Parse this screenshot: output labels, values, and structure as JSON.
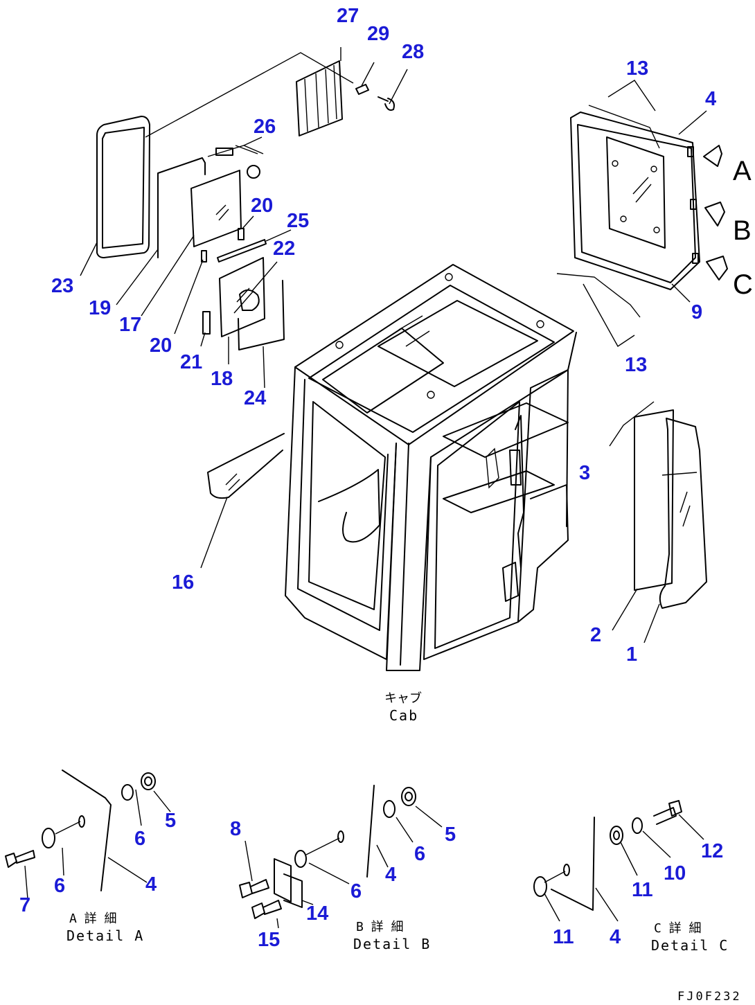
{
  "diagram": {
    "callouts": [
      {
        "id": "c27",
        "label": "27"
      },
      {
        "id": "c29",
        "label": "29"
      },
      {
        "id": "c28",
        "label": "28"
      },
      {
        "id": "c26",
        "label": "26"
      },
      {
        "id": "c20a",
        "label": "20"
      },
      {
        "id": "c25",
        "label": "25"
      },
      {
        "id": "c22",
        "label": "22"
      },
      {
        "id": "c23",
        "label": "23"
      },
      {
        "id": "c19",
        "label": "19"
      },
      {
        "id": "c17",
        "label": "17"
      },
      {
        "id": "c20b",
        "label": "20"
      },
      {
        "id": "c21",
        "label": "21"
      },
      {
        "id": "c18",
        "label": "18"
      },
      {
        "id": "c24",
        "label": "24"
      },
      {
        "id": "c13a",
        "label": "13"
      },
      {
        "id": "c4a",
        "label": "4"
      },
      {
        "id": "c9",
        "label": "9"
      },
      {
        "id": "c13b",
        "label": "13"
      },
      {
        "id": "c3",
        "label": "3"
      },
      {
        "id": "c16",
        "label": "16"
      },
      {
        "id": "c2",
        "label": "2"
      },
      {
        "id": "c1",
        "label": "1"
      },
      {
        "id": "c5a",
        "label": "5"
      },
      {
        "id": "c6a",
        "label": "6"
      },
      {
        "id": "c4b",
        "label": "4"
      },
      {
        "id": "c7",
        "label": "7"
      },
      {
        "id": "c6b",
        "label": "6"
      },
      {
        "id": "c8",
        "label": "8"
      },
      {
        "id": "c5b",
        "label": "5"
      },
      {
        "id": "c6c",
        "label": "6"
      },
      {
        "id": "c4c",
        "label": "4"
      },
      {
        "id": "c6d",
        "label": "6"
      },
      {
        "id": "c14",
        "label": "14"
      },
      {
        "id": "c15",
        "label": "15"
      },
      {
        "id": "c12",
        "label": "12"
      },
      {
        "id": "c10",
        "label": "10"
      },
      {
        "id": "c11a",
        "label": "11"
      },
      {
        "id": "c11b",
        "label": "11"
      },
      {
        "id": "c4d",
        "label": "4"
      }
    ],
    "view_arrows": {
      "a": "A",
      "b": "B",
      "c": "C"
    },
    "cab_label_jp": "キャブ",
    "cab_label_en": "Cab",
    "detail_a_jp": "A 詳 細",
    "detail_a_en": "Detail A",
    "detail_b_jp": "B 詳 細",
    "detail_b_en": "Detail B",
    "detail_c_jp": "C 詳 細",
    "detail_c_en": "Detail C",
    "drawing_code": "FJ0F232",
    "callout_color": "#1b1bd6"
  }
}
